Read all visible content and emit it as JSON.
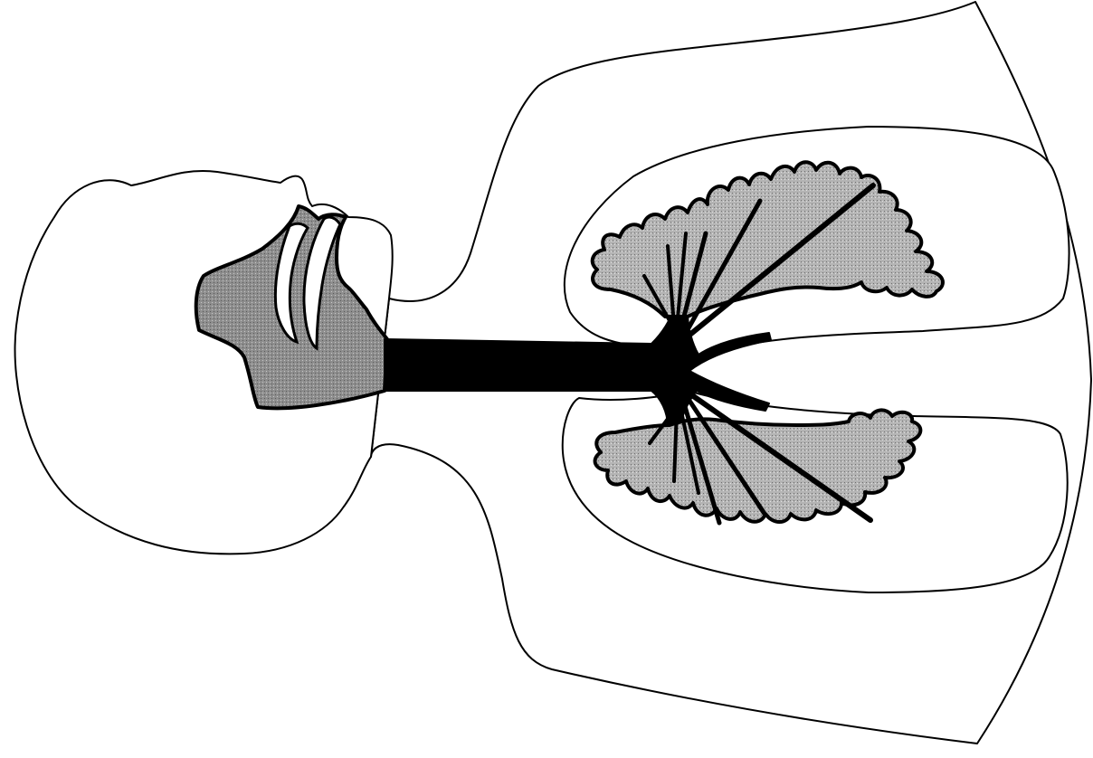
{
  "diagram": {
    "type": "anatomical-illustration",
    "parts": [
      {
        "id": "head-and-neck",
        "icon": "head-silhouette"
      },
      {
        "id": "upper-airway",
        "icon": "nasal-oral-cavity"
      },
      {
        "id": "trachea",
        "icon": "airway-tube"
      },
      {
        "id": "upper-lung",
        "icon": "lung-lobe"
      },
      {
        "id": "lower-lung",
        "icon": "lung-lobe"
      },
      {
        "id": "torso",
        "icon": "body-outline"
      }
    ],
    "colors": {
      "ink": "#000000",
      "paper": "#ffffff",
      "tissue_fill": "#9a9a9a",
      "lung_tissue_fill": "#b4b4b4"
    },
    "text_labels": []
  }
}
